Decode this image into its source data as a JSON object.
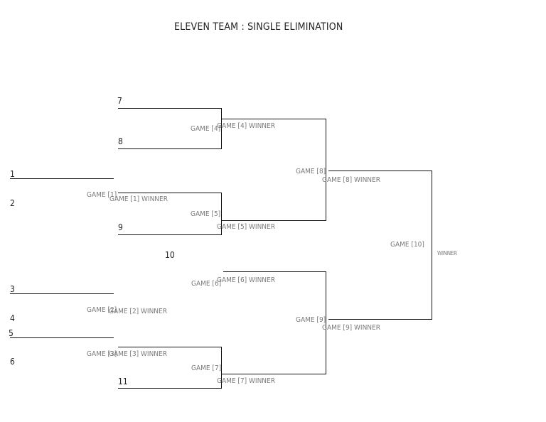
{
  "title": "ELEVEN TEAM : SINGLE ELIMINATION",
  "seeds": {
    "s1": "1",
    "s2": "2",
    "s3": "3",
    "s4": "4",
    "s5": "5",
    "s6": "6",
    "s7": "7",
    "s8": "8",
    "s9": "9",
    "s10": "10",
    "s11": "11"
  },
  "games": {
    "g1": "GAME [1]",
    "g2": "GAME [2]",
    "g3": "GAME [3]",
    "g4": "GAME [4]",
    "g5": "GAME [5]",
    "g6": "GAME [6]",
    "g7": "GAME [7]",
    "g8": "GAME [8]",
    "g9": "GAME [9]",
    "g10": "GAME [10]"
  },
  "winners": {
    "w1": "GAME [1] WINNER",
    "w2": "GAME [2] WINNER",
    "w3": "GAME [3] WINNER",
    "w4": "GAME [4] WINNER",
    "w5": "GAME [5] WINNER",
    "w6": "GAME [6] WINNER",
    "w7": "GAME [7] WINNER",
    "w8": "GAME [8] WINNER",
    "w9": "GAME [9] WINNER",
    "champion": "WINNER"
  }
}
